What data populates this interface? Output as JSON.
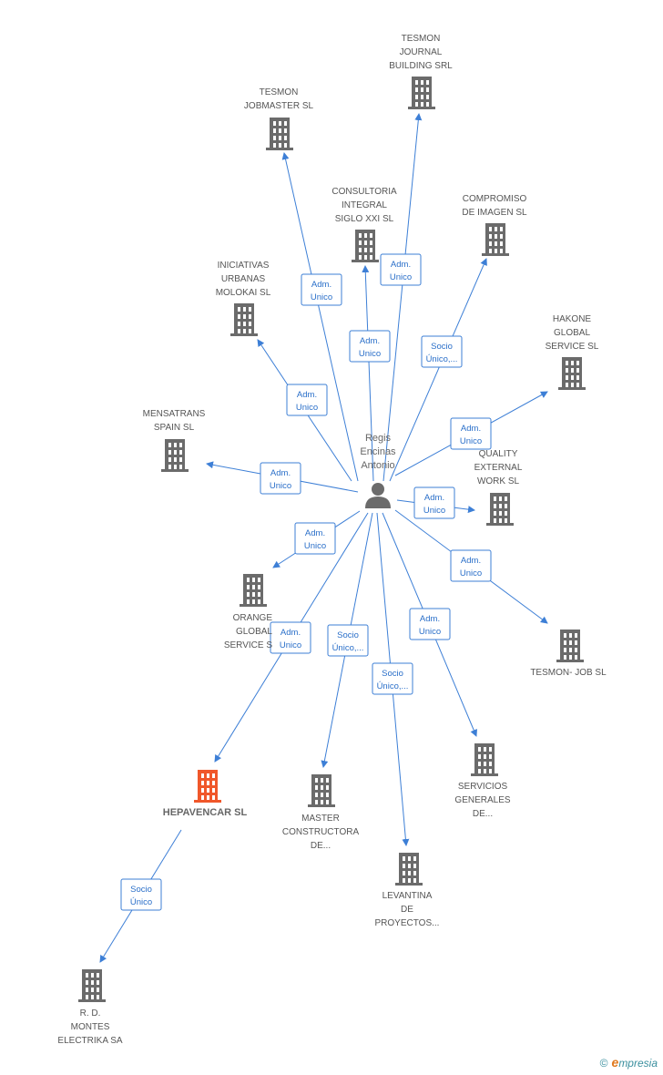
{
  "person": {
    "name_lines": [
      "Regis",
      "Encinas",
      "Antonio"
    ]
  },
  "companies": [
    {
      "id": "tesmon-journal",
      "label_lines": [
        "TESMON",
        "JOURNAL",
        "BUILDING SRL"
      ],
      "color": "#6b6b6b"
    },
    {
      "id": "tesmon-jobmaster",
      "label_lines": [
        "TESMON",
        "JOBMASTER  SL"
      ],
      "color": "#6b6b6b"
    },
    {
      "id": "consultoria",
      "label_lines": [
        "CONSULTORIA",
        "INTEGRAL",
        "SIGLO XXI  SL"
      ],
      "color": "#6b6b6b"
    },
    {
      "id": "compromiso",
      "label_lines": [
        "COMPROMISO",
        "DE IMAGEN  SL"
      ],
      "color": "#6b6b6b"
    },
    {
      "id": "iniciativas",
      "label_lines": [
        "INICIATIVAS",
        "URBANAS",
        "MOLOKAI  SL"
      ],
      "color": "#6b6b6b"
    },
    {
      "id": "hakone",
      "label_lines": [
        "HAKONE",
        "GLOBAL",
        "SERVICE SL"
      ],
      "color": "#6b6b6b"
    },
    {
      "id": "mensatrans",
      "label_lines": [
        "MENSATRANS",
        "SPAIN  SL"
      ],
      "color": "#6b6b6b"
    },
    {
      "id": "quality",
      "label_lines": [
        "QUALITY",
        "EXTERNAL",
        "WORK  SL"
      ],
      "color": "#6b6b6b"
    },
    {
      "id": "orange",
      "label_lines": [
        "ORANGE",
        "GLOBAL",
        "SERVICE S"
      ],
      "color": "#6b6b6b"
    },
    {
      "id": "tesmon-job",
      "label_lines": [
        "TESMON- JOB SL"
      ],
      "color": "#6b6b6b"
    },
    {
      "id": "hepavencar",
      "label_lines": [
        "HEPAVENCAR SL"
      ],
      "color": "#f0572a",
      "focus": true
    },
    {
      "id": "master",
      "label_lines": [
        "MASTER",
        "CONSTRUCTORA",
        "DE..."
      ],
      "color": "#6b6b6b"
    },
    {
      "id": "servicios",
      "label_lines": [
        "SERVICIOS",
        "GENERALES",
        "DE..."
      ],
      "color": "#6b6b6b"
    },
    {
      "id": "levantina",
      "label_lines": [
        "LEVANTINA",
        "DE",
        "PROYECTOS..."
      ],
      "color": "#6b6b6b"
    },
    {
      "id": "rd-montes",
      "label_lines": [
        "R.  D.",
        "MONTES",
        "ELECTRIKA SA"
      ],
      "color": "#6b6b6b"
    }
  ],
  "relations": [
    {
      "to": "tesmon-journal",
      "label_lines": [
        "Adm.",
        "Unico"
      ]
    },
    {
      "to": "tesmon-jobmaster",
      "label_lines": [
        "Adm.",
        "Unico"
      ]
    },
    {
      "to": "consultoria",
      "label_lines": [
        "Adm.",
        "Unico"
      ]
    },
    {
      "to": "compromiso",
      "label_lines": [
        "Socio",
        "Único,..."
      ]
    },
    {
      "to": "iniciativas",
      "label_lines": [
        "Adm.",
        "Unico"
      ]
    },
    {
      "to": "hakone",
      "label_lines": [
        "Adm.",
        "Unico"
      ]
    },
    {
      "to": "mensatrans",
      "label_lines": [
        "Adm.",
        "Unico"
      ]
    },
    {
      "to": "quality",
      "label_lines": [
        "Adm.",
        "Unico"
      ]
    },
    {
      "to": "orange",
      "label_lines": [
        "Adm.",
        "Unico"
      ]
    },
    {
      "to": "tesmon-job",
      "label_lines": [
        "Adm.",
        "Unico"
      ]
    },
    {
      "to": "hepavencar",
      "label_lines": [
        "Adm.",
        "Unico"
      ]
    },
    {
      "to": "master",
      "label_lines": [
        "Socio",
        "Único,..."
      ]
    },
    {
      "to": "servicios",
      "label_lines": [
        "Adm.",
        "Unico"
      ]
    },
    {
      "to": "levantina",
      "label_lines": [
        "Socio",
        "Único,..."
      ]
    },
    {
      "from": "hepavencar",
      "to": "rd-montes",
      "label_lines": [
        "Socio",
        "Único"
      ]
    }
  ],
  "brand": {
    "copyright": "©",
    "initial": "e",
    "rest": "mpresia"
  }
}
